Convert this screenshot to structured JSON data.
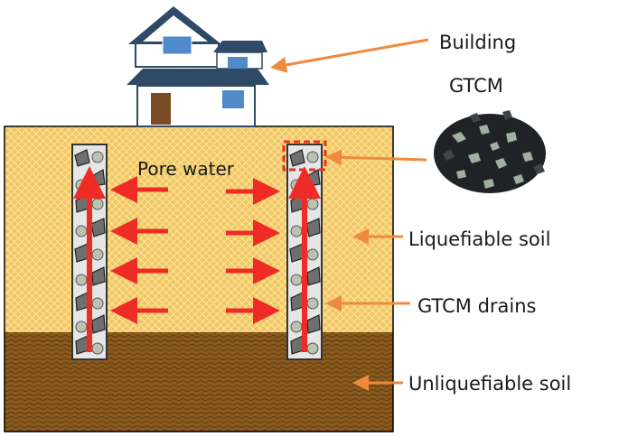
{
  "labels": {
    "building": "Building",
    "gtcm": "GTCM",
    "liquefiable_soil": "Liquefiable soil",
    "gtcm_drains": "GTCM drains",
    "unliquefiable_soil": "Unliquefiable soil",
    "pore_water": "Pore water"
  },
  "colors": {
    "liquefiable_soil": "#f2c660",
    "unliquefiable_soil": "#8a5a1e",
    "drain_fill": "#e6e6e6",
    "water_arrow": "#ee2b24",
    "callout_arrow": "#ef8a3c",
    "roof": "#2f4a66",
    "wall": "#ffffff",
    "window": "#4f8bc9",
    "door": "#7a4b24"
  },
  "icons": [
    "house-icon",
    "gravel-pile-icon"
  ]
}
